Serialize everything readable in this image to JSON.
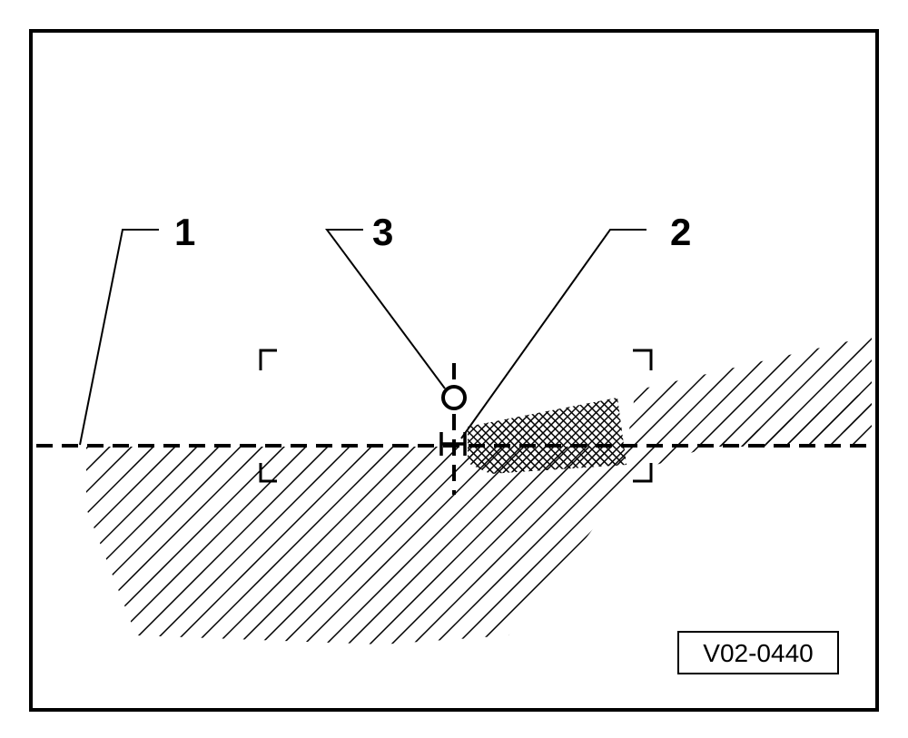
{
  "callouts": [
    {
      "id": "1",
      "label": "1"
    },
    {
      "id": "2",
      "label": "2"
    },
    {
      "id": "3",
      "label": "3"
    }
  ],
  "reference_code": "V02-0440",
  "colors": {
    "ink": "#000000",
    "background": "#ffffff"
  }
}
